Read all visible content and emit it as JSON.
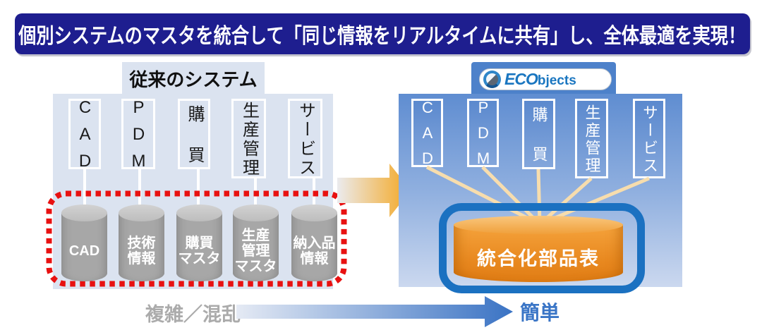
{
  "banner": {
    "text": "個別システムのマスタを統合して「同じ情報をリアルタイムに共有」し、全体最適を実現！"
  },
  "legacy": {
    "title": "従来のシステム",
    "systems": [
      "CAD",
      "PDM",
      "購買",
      "生産管理",
      "サービス"
    ],
    "databases": [
      "CAD",
      "技術\n情報",
      "購買\nマスタ",
      "生産\n管理\nマスタ",
      "納入品\n情報"
    ]
  },
  "modern": {
    "logo": {
      "icon": "globe-swirl-icon",
      "brand_bold": "ECO",
      "brand_rest": "bjects"
    },
    "systems": [
      "CAD",
      "PDM",
      "購買",
      "生産管理",
      "サービス"
    ],
    "database": "統合化部品表"
  },
  "footer": {
    "left_label": "複雑／混乱",
    "right_label": "簡単"
  },
  "colors": {
    "banner_bg": "#1e1e8f",
    "legacy_panel": "#dbe3f0",
    "cylinder_gray": "#a7a7a7",
    "highlight_red": "#e81111",
    "arrow_gold": "#f4a61e",
    "modern_panel_top": "#5f8dd1",
    "modern_panel_bottom": "#cbd8ef",
    "frame_blue": "#1b71c1",
    "bom_orange": "#ef8d20",
    "logo_blue": "#1a76c0",
    "simple_blue": "#3a75c6",
    "complex_gray": "#ababab"
  }
}
